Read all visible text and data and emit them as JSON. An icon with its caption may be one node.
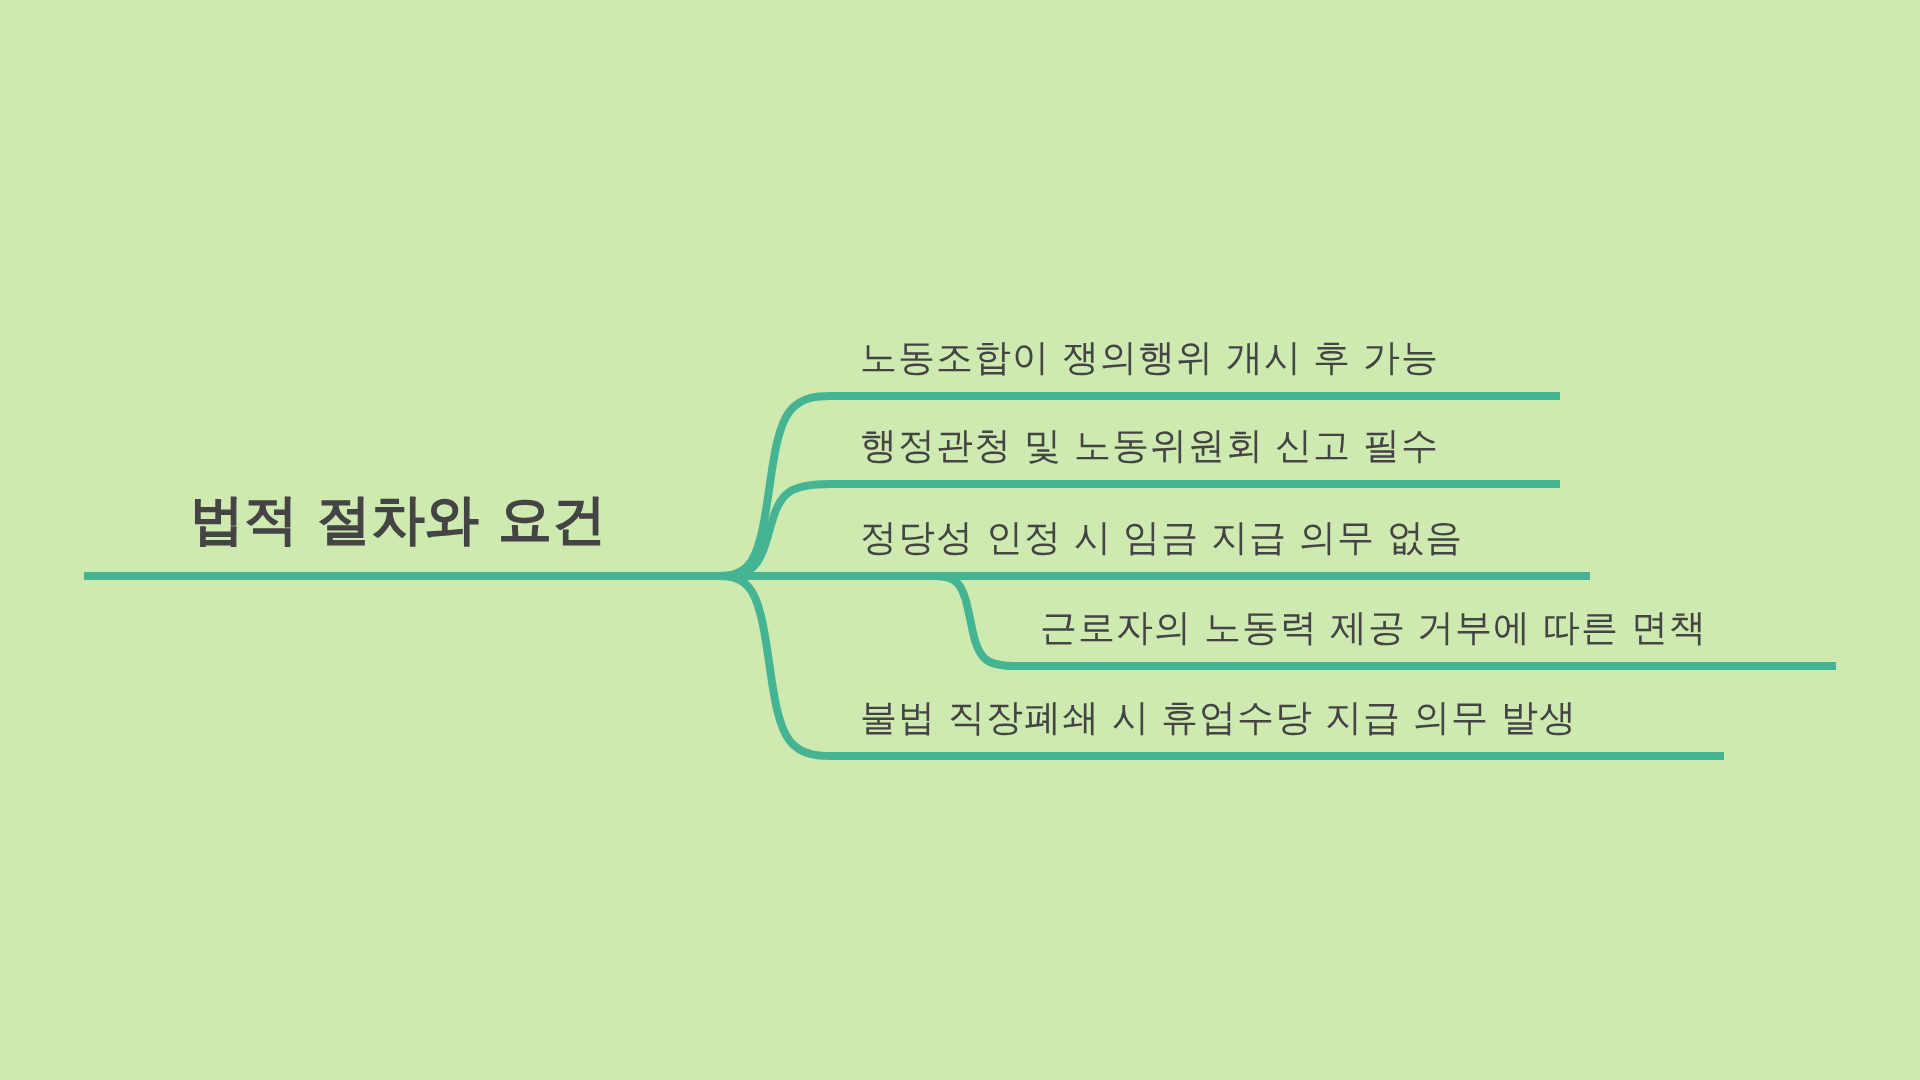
{
  "diagram": {
    "nodes": [
      {
        "text": [
          "법적 절차와 요건"
        ]
      },
      {
        "text": [
          "노동조합이 쟁의행위 개시 후 가능"
        ]
      },
      {
        "text": [
          "행정관청 및 노동위원회 신고 필수"
        ]
      },
      {
        "text": [
          "정당성 인정 시 임금 지급 의무 없음"
        ]
      },
      {
        "text": [
          "근로자의 노동력 제공 거부에 따른 면책"
        ]
      },
      {
        "text": [
          "불법 직장폐쇄 시 휴업수당 지급 의무 발생"
        ]
      }
    ],
    "edges": [
      {
        "from": 0,
        "to": 1,
        "arrow": "none"
      },
      {
        "from": 0,
        "to": 2,
        "arrow": "none"
      },
      {
        "from": 0,
        "to": 3,
        "arrow": "none"
      },
      {
        "from": 3,
        "to": 4,
        "arrow": "none"
      },
      {
        "from": 0,
        "to": 5,
        "arrow": "none"
      }
    ]
  }
}
